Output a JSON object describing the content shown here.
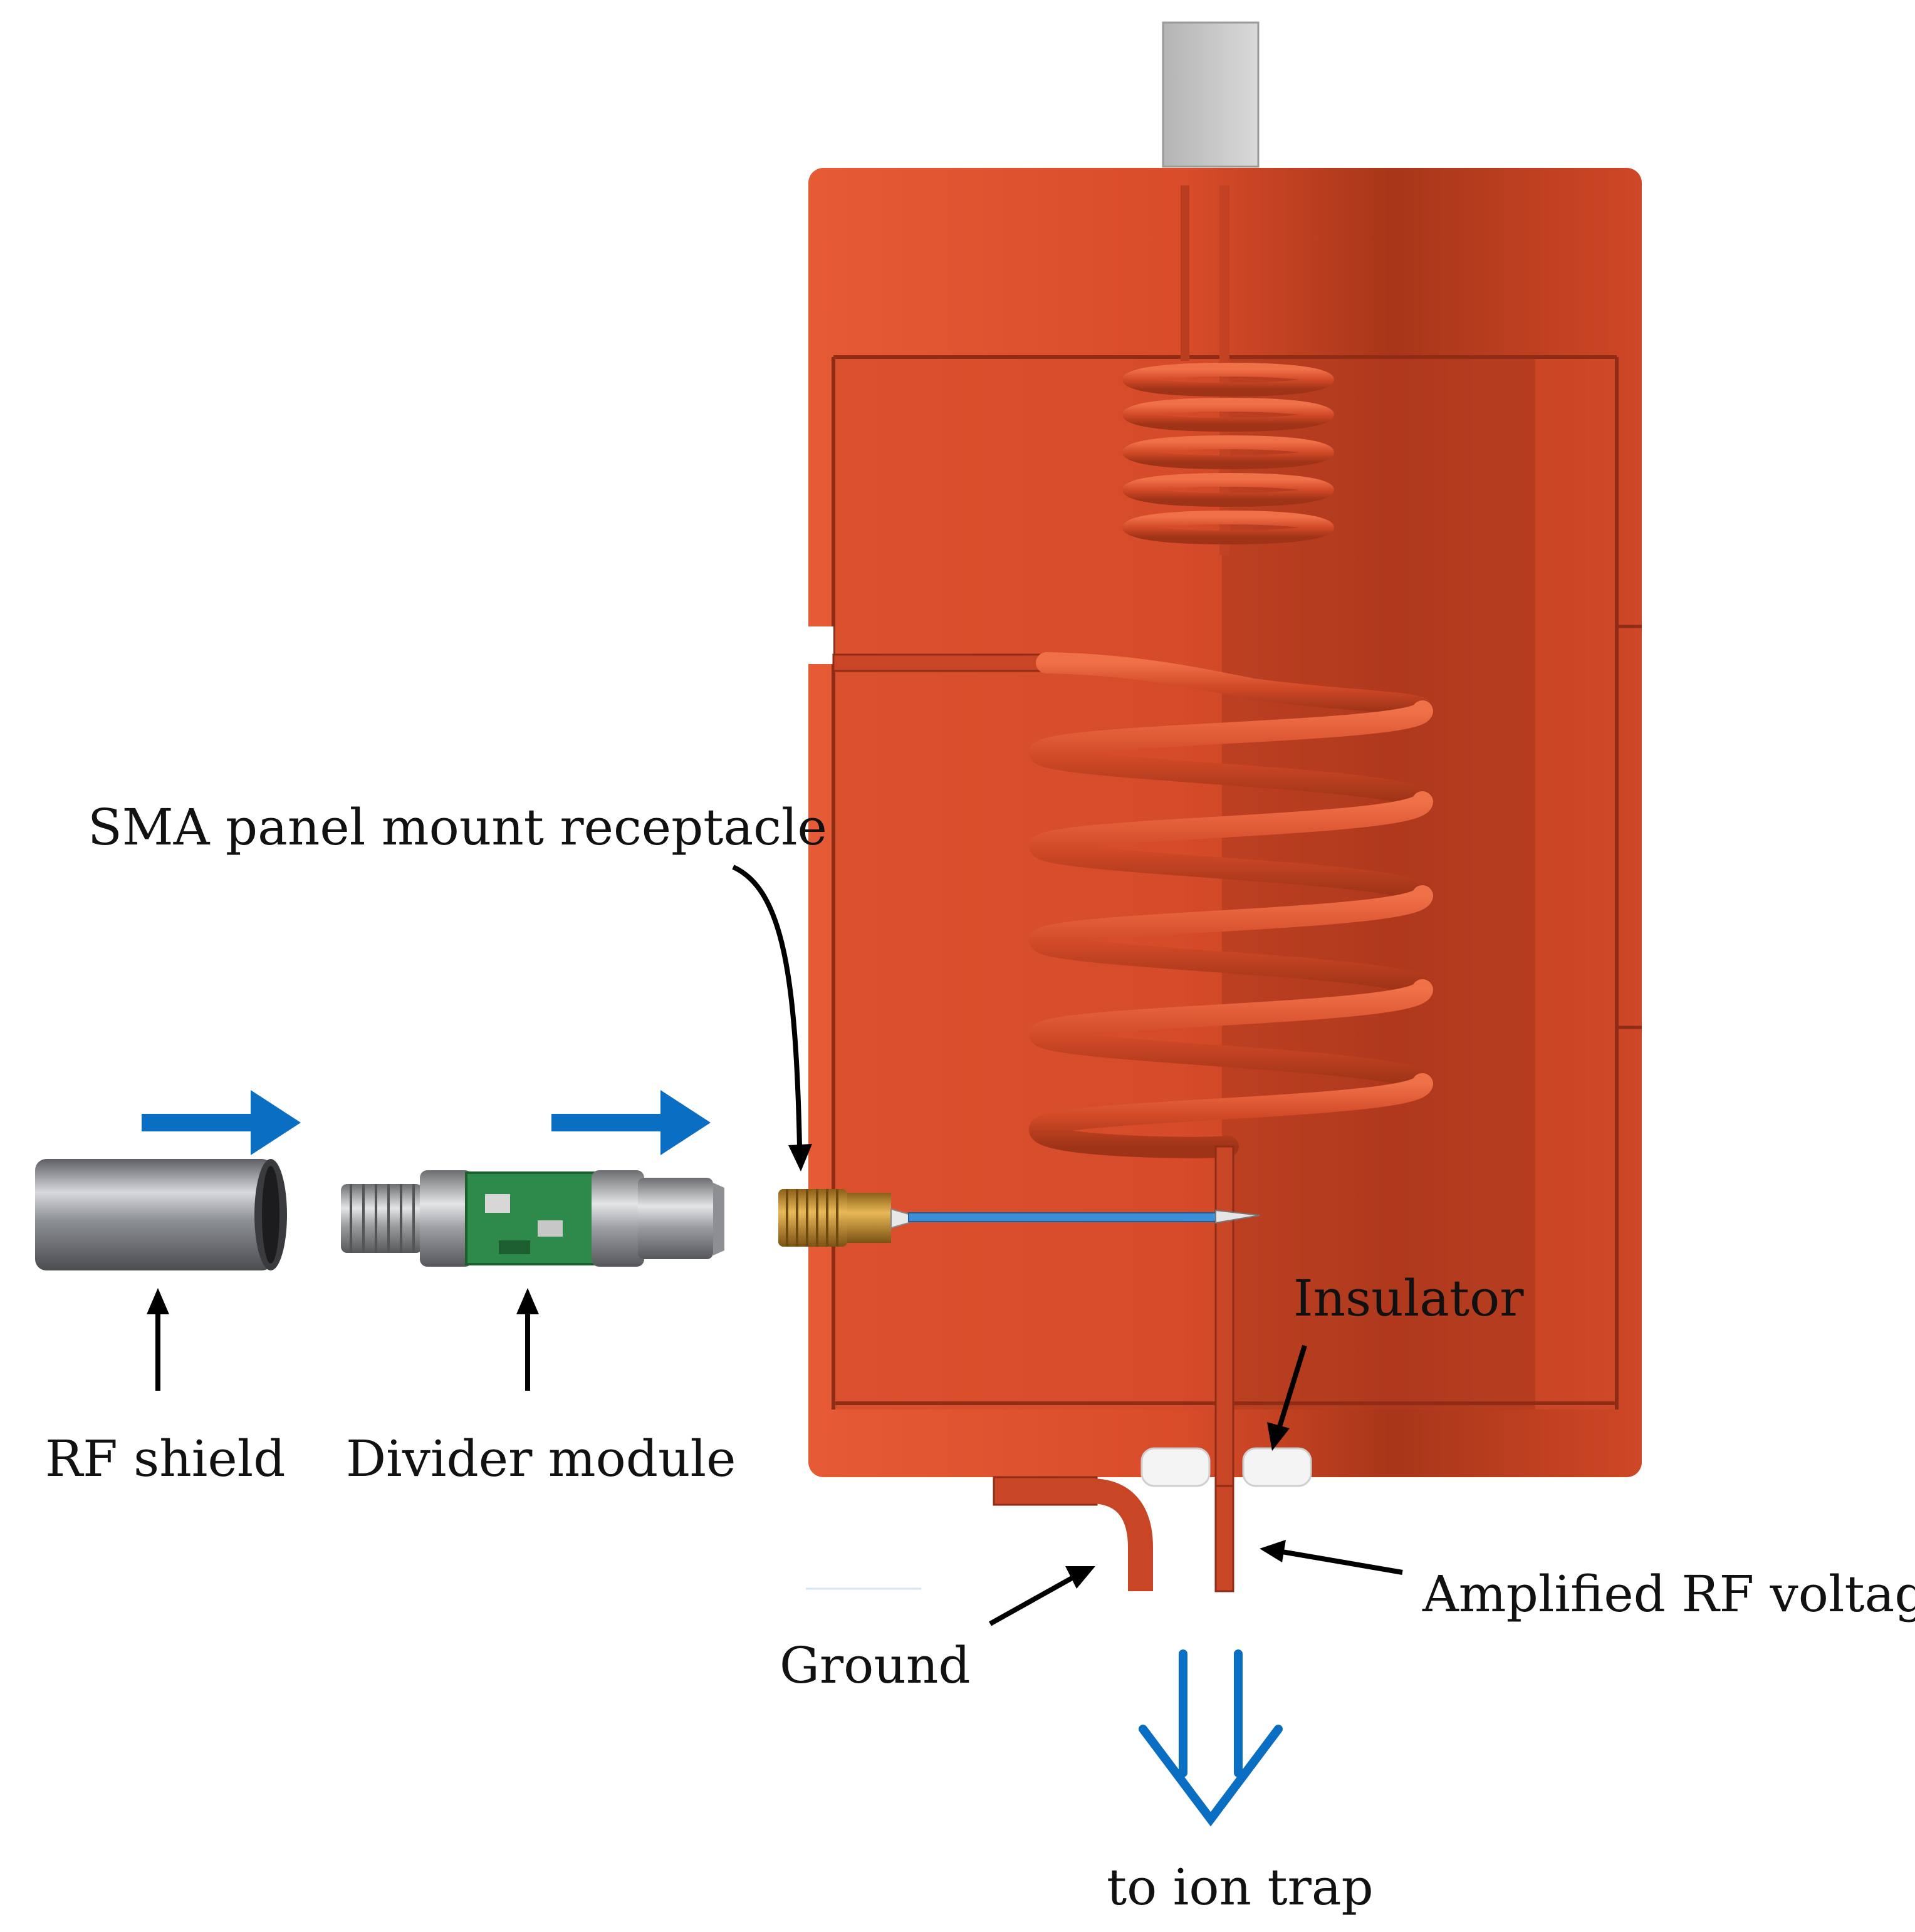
{
  "labels": {
    "sma": "SMA panel mount receptacle",
    "rf_shield": "RF shield",
    "divider": "Divider module",
    "insulator": "Insulator",
    "ground": "Ground",
    "amplified": "Amplified RF voltage",
    "ion_trap": "to ion trap"
  },
  "colors": {
    "copper": "#e4532e",
    "copper_dark": "#b73d20",
    "copper_deep": "#8f2c16",
    "flow_arrow": "#0a6fc2",
    "wire": "#3c8fd6",
    "insulator": "#f4f4f4",
    "steel": "#9a9ca0",
    "pcb": "#2e8a4a",
    "brass": "#c8922f"
  },
  "icons": {
    "flow": "arrow-right-icon",
    "pointer": "arrow-up-icon",
    "output": "arrow-down-icon"
  }
}
